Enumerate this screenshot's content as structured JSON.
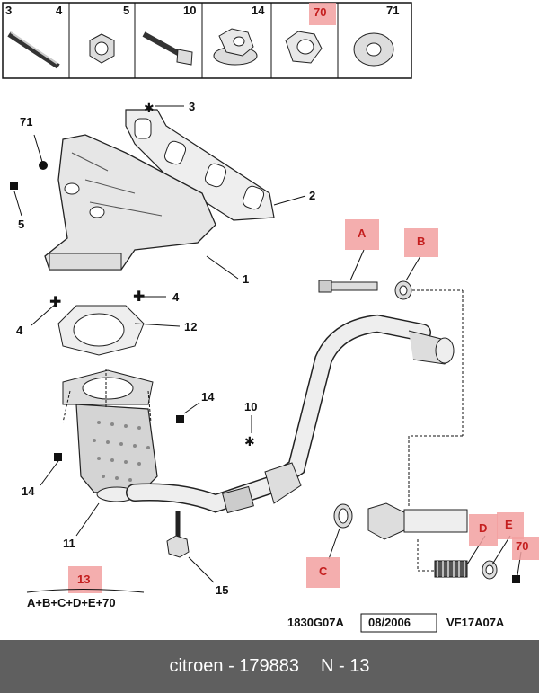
{
  "header_parts": [
    {
      "num": "3"
    },
    {
      "num": "4"
    },
    {
      "num": "5"
    },
    {
      "num": "10"
    },
    {
      "num": "14"
    },
    {
      "num": "70",
      "highlight": true
    },
    {
      "num": "71"
    }
  ],
  "callouts": {
    "c71": "71",
    "c5": "5",
    "c3": "3",
    "c2": "2",
    "c1": "1",
    "c4a": "4",
    "c4b": "4",
    "c12": "12",
    "c14a": "14",
    "c14b": "14",
    "c10": "10",
    "c11": "11",
    "c15": "15"
  },
  "letters": {
    "A": "A",
    "B": "B",
    "C": "C",
    "D": "D",
    "E": "E",
    "e70": "70"
  },
  "kit": {
    "number": "13",
    "formula": "A+B+C+D+E+70"
  },
  "codes": {
    "ref1": "1830G07A",
    "date": "08/2006",
    "ref2": "VF17A07A"
  },
  "footer": {
    "brand_part": "citroen - 179883",
    "page": "N - 13"
  },
  "colors": {
    "highlight": "#f2a0a0",
    "highlight_text": "#c41e1e",
    "footer_bg": "#5f5f5f"
  }
}
